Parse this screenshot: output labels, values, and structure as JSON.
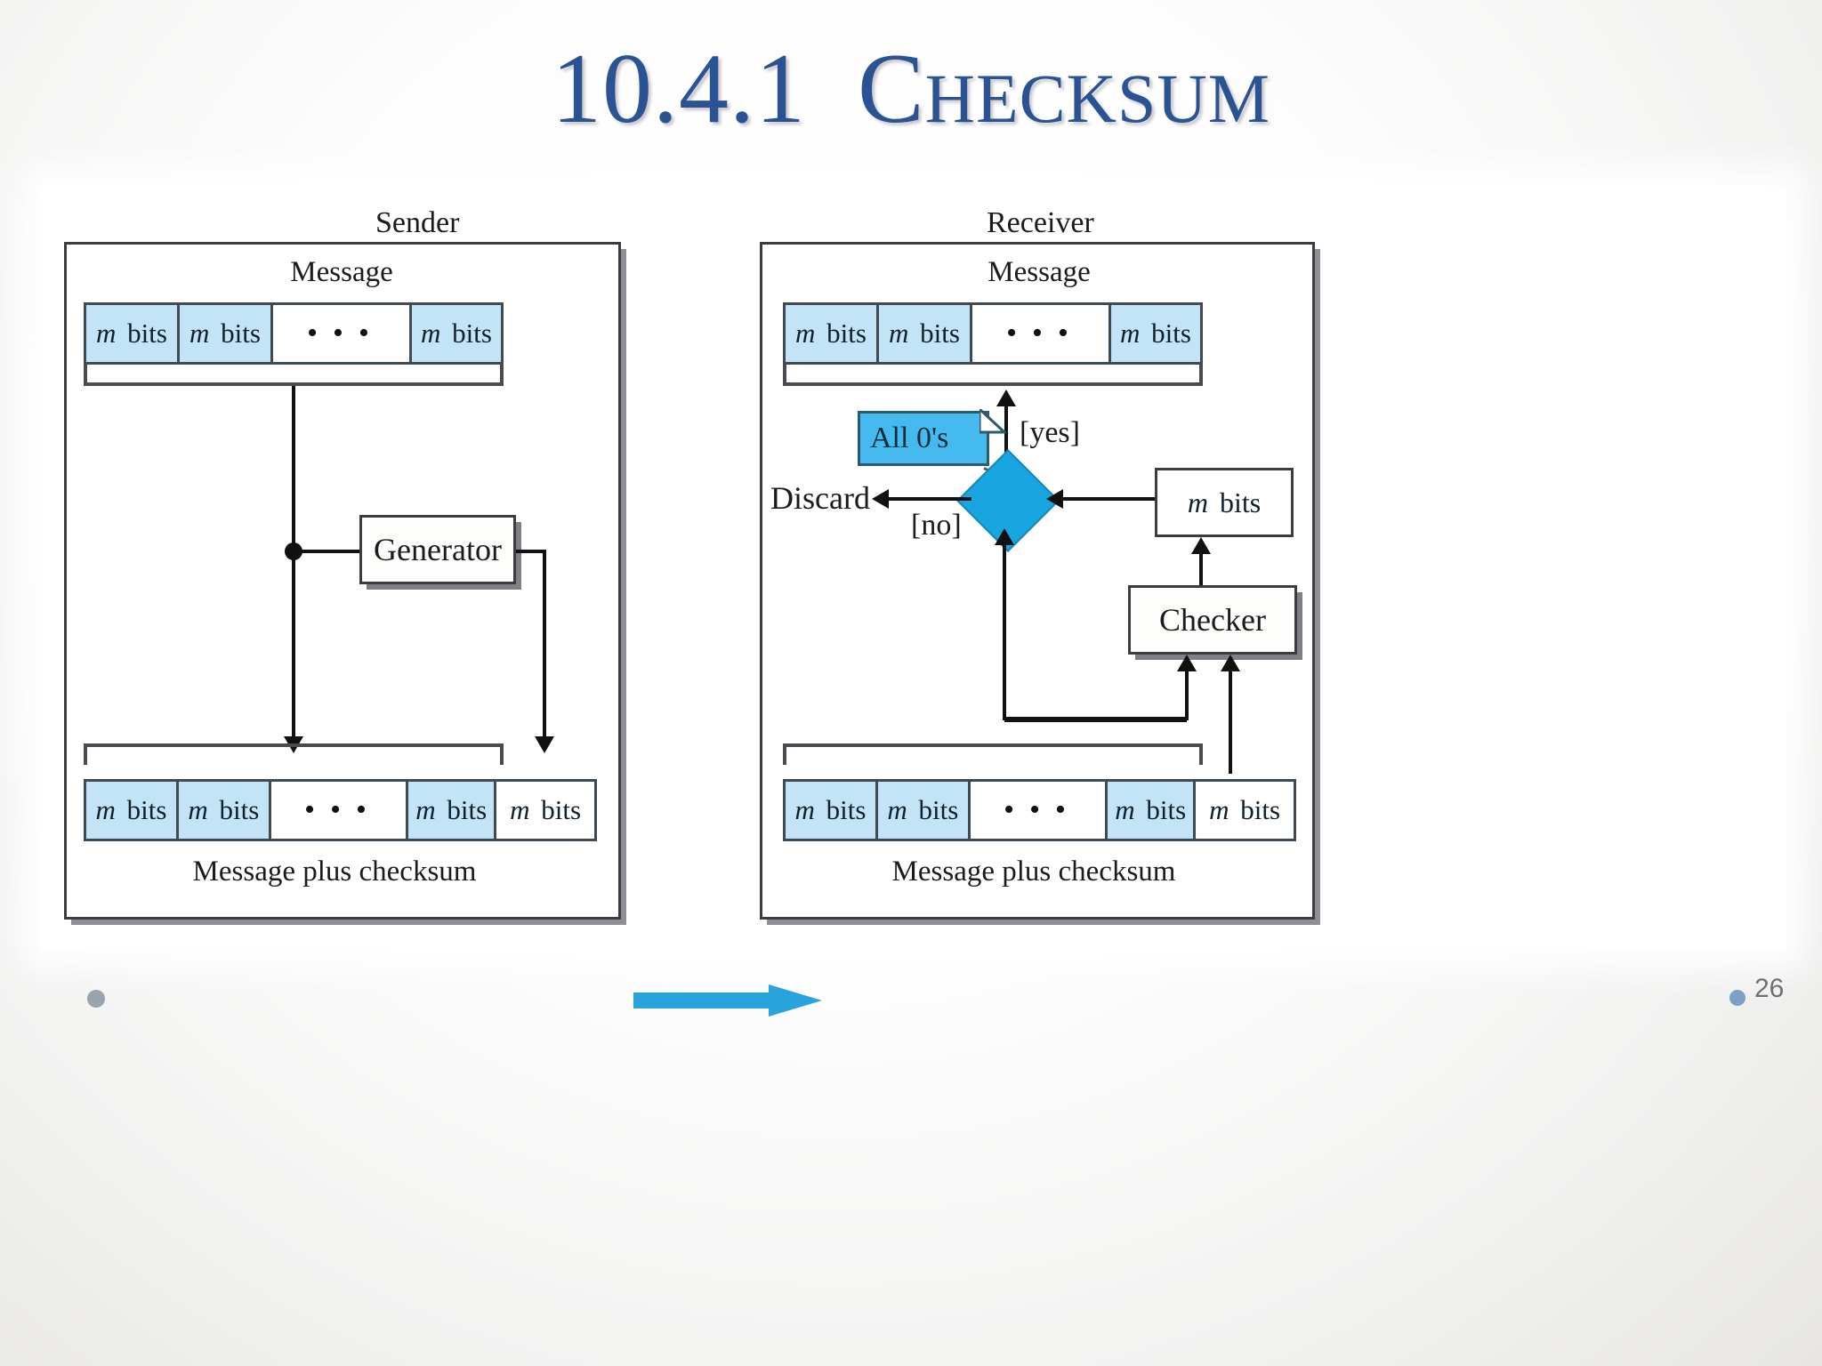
{
  "slide": {
    "title_number": "10.4.1",
    "title_word": "Checksum",
    "page_number": "26"
  },
  "colors": {
    "title_blue": "#2b5293",
    "cell_blue": "#c3e4f7",
    "note_blue": "#45baef",
    "diamond_blue": "#19a6e0",
    "transmission_arrow": "#29a3dc",
    "line": "#111111",
    "box_border": "#3b3b41"
  },
  "sender": {
    "panel_label": "Sender",
    "message_caption": "Message",
    "bottom_caption": "Message plus checksum",
    "message_cells": [
      {
        "label": "m bits",
        "style": "blue"
      },
      {
        "label": "m bits",
        "style": "blue"
      },
      {
        "label": "• • •",
        "style": "white"
      },
      {
        "label": "m bits",
        "style": "blue"
      }
    ],
    "checksum_cells": [
      {
        "label": "m bits",
        "style": "blue"
      },
      {
        "label": "m bits",
        "style": "blue"
      },
      {
        "label": "• • •",
        "style": "white"
      },
      {
        "label": "m bits",
        "style": "blue"
      },
      {
        "label": "m bits",
        "style": "white"
      }
    ],
    "generator_label": "Generator"
  },
  "receiver": {
    "panel_label": "Receiver",
    "message_caption": "Message",
    "bottom_caption": "Message plus checksum",
    "message_cells": [
      {
        "label": "m bits",
        "style": "blue"
      },
      {
        "label": "m bits",
        "style": "blue"
      },
      {
        "label": "• • •",
        "style": "white"
      },
      {
        "label": "m bits",
        "style": "blue"
      }
    ],
    "checksum_cells": [
      {
        "label": "m bits",
        "style": "blue"
      },
      {
        "label": "m bits",
        "style": "blue"
      },
      {
        "label": "• • •",
        "style": "white"
      },
      {
        "label": "m bits",
        "style": "blue"
      },
      {
        "label": "m bits",
        "style": "white"
      }
    ],
    "note_label": "All 0's",
    "yes_label": "[yes]",
    "no_label": "[no]",
    "discard_label": "Discard",
    "mbits_box_label": "m bits",
    "checker_label": "Checker"
  }
}
